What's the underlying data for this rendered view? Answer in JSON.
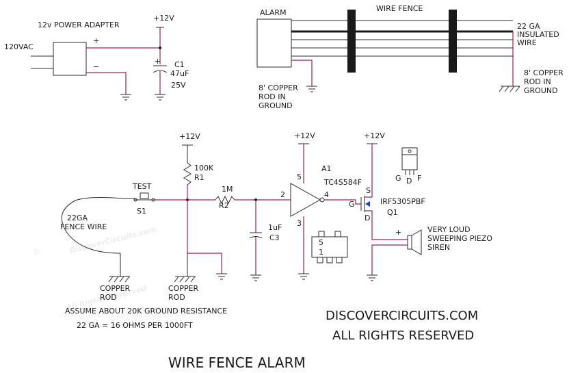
{
  "watermark": {
    "line1": "DiscoverCircuits.com",
    "line2": "All Rights Reserved",
    "copyright_symbol": "©"
  },
  "power": {
    "adapter_label": "12v POWER ADAPTER",
    "input_label": "120VAC",
    "plus": "+",
    "minus": "−",
    "rail_label": "+12V",
    "cap_ref": "C1",
    "cap_value": "47uF",
    "cap_voltage": "25V"
  },
  "fence": {
    "alarm_label": "ALARM",
    "fence_label": "WIRE FENCE",
    "wire_label": [
      "22 GA",
      "INSULATED",
      "WIRE"
    ],
    "rod_left": [
      "8' COPPER",
      "ROD IN",
      "GROUND"
    ],
    "rod_right": [
      "8' COPPER",
      "ROD IN",
      "GROUND"
    ]
  },
  "circuit": {
    "rail_r1": "+12V",
    "rail_a1": "+12V",
    "rail_q1": "+12V",
    "r1_value": "100K",
    "r1_ref": "R1",
    "r2_value": "1M",
    "r2_ref": "R2",
    "c3_value": "1uF",
    "c3_ref": "C3",
    "switch_label": "TEST",
    "switch_ref": "S1",
    "fence_wire": [
      "22GA",
      "FENCE WIRE"
    ],
    "a1_ref": "A1",
    "a1_part": "TC4S584F",
    "pin5": "5",
    "pin2": "2",
    "pin4": "4",
    "pin3": "3",
    "q1_part": "IRF5305PBF",
    "q1_ref": "Q1",
    "q1_g": "G",
    "q1_s": "S",
    "q1_d": "D",
    "pkg_pins": [
      "G",
      "D",
      "F"
    ],
    "ic_pkg_pins": [
      "5",
      "1"
    ],
    "siren_plus": "+",
    "siren_label": [
      "VERY LOUD",
      "SWEEPING PIEZO",
      "SIREN"
    ],
    "rod_a": [
      "COPPER",
      "ROD"
    ],
    "rod_b": [
      "COPPER",
      "ROD"
    ]
  },
  "notes": {
    "line1": "ASSUME ABOUT 20K GROUND RESISTANCE",
    "line2": "22 GA = 16 OHMS PER 1000FT"
  },
  "credit": {
    "line1": "DISCOVERCIRCUITS.COM",
    "line2": "ALL RIGHTS RESERVED"
  },
  "title": "WIRE FENCE ALARM"
}
